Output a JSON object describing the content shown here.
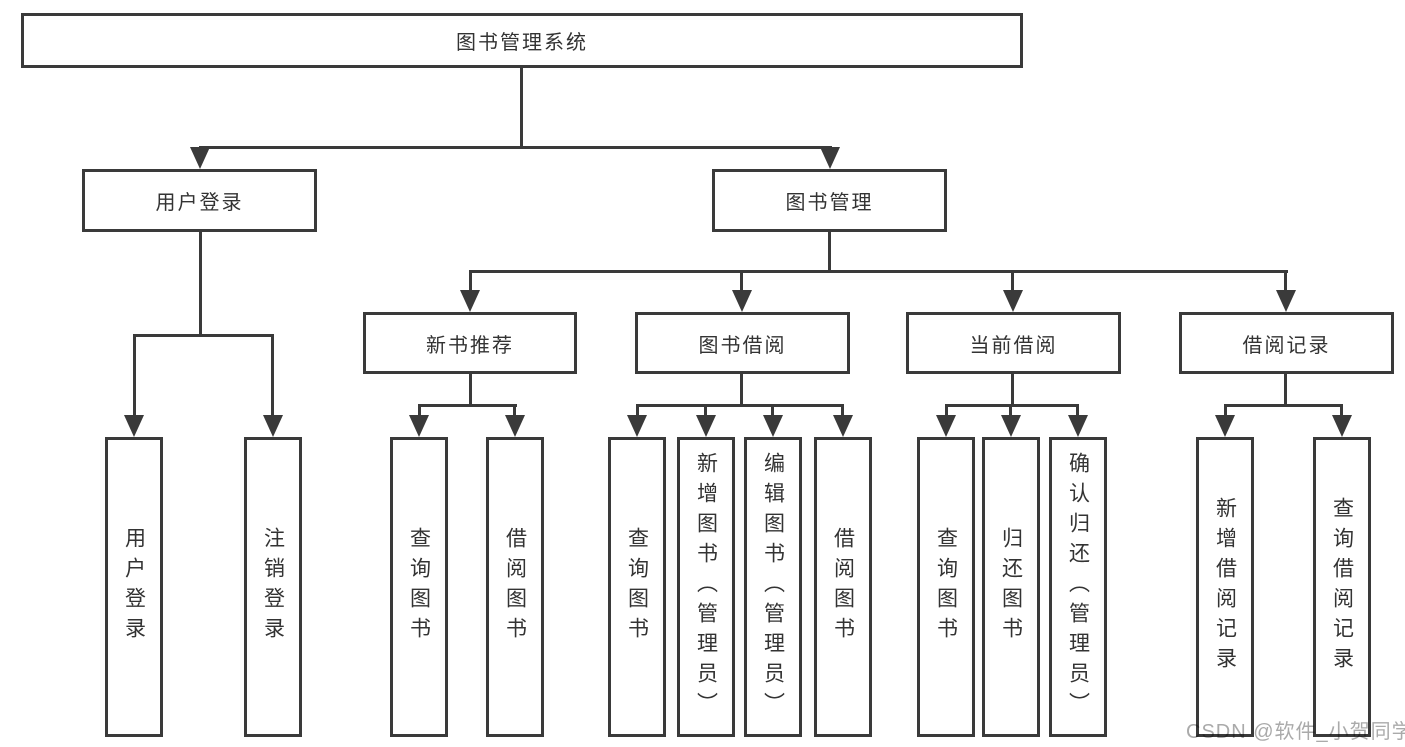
{
  "colors": {
    "line": "#3a3a3a",
    "text": "#333333",
    "bg": "#ffffff",
    "watermark": "#aaaaaa"
  },
  "nodes": {
    "root": {
      "label": "图书管理系统"
    },
    "user_login": {
      "label": "用户登录"
    },
    "book_management": {
      "label": "图书管理"
    },
    "new_book_recommend": {
      "label": "新书推荐"
    },
    "book_borrow": {
      "label": "图书借阅"
    },
    "current_borrow": {
      "label": "当前借阅"
    },
    "borrow_record": {
      "label": "借阅记录"
    }
  },
  "leaves": [
    {
      "label": "用户登录"
    },
    {
      "label": "注销登录"
    },
    {
      "label": "查询图书"
    },
    {
      "label": "借阅图书"
    },
    {
      "label": "查询图书"
    },
    {
      "label": "新增图书（管理员）"
    },
    {
      "label": "编辑图书（管理员）"
    },
    {
      "label": "借阅图书"
    },
    {
      "label": "查询图书"
    },
    {
      "label": "归还图书"
    },
    {
      "label": "确认归还（管理员）"
    },
    {
      "label": "新增借阅记录"
    },
    {
      "label": "查询借阅记录"
    }
  ],
  "watermark": {
    "text": "CSDN @软件_小贺同学"
  }
}
